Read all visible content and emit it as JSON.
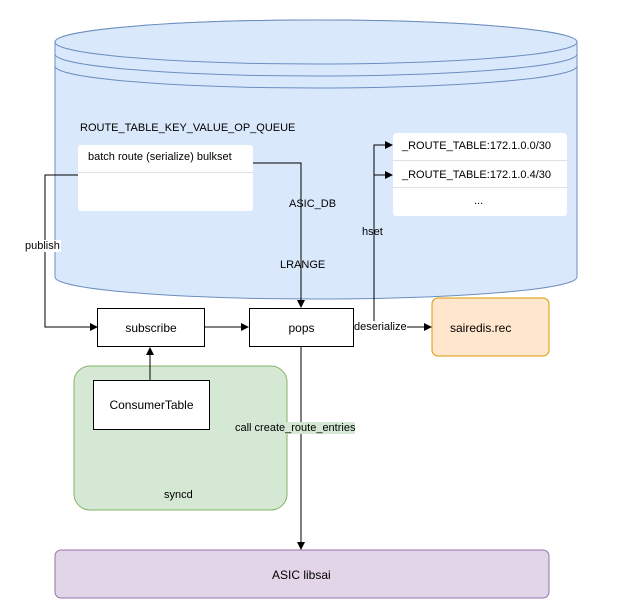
{
  "db": {
    "queue_title": "ROUTE_TABLE_KEY_VALUE_OP_QUEUE",
    "batch_label": "batch route (serialize) bulkset",
    "asic_db_label": "ASIC_DB",
    "route_entries": [
      "_ROUTE_TABLE:172.1.0.0/30",
      "_ROUTE_TABLE:172.1.0.4/30",
      "..."
    ]
  },
  "nodes": {
    "subscribe": "subscribe",
    "pops": "pops",
    "sairedis": "sairedis.rec",
    "consumer_table": "ConsumerTable",
    "syncd": "syncd",
    "libsai": "ASIC libsai"
  },
  "edges": {
    "publish": "publish",
    "lrange": "LRANGE",
    "hset": "hset",
    "deserialize": "deserialize",
    "call": "call create_route_entries"
  },
  "colors": {
    "db_fill": "#dae8fc",
    "db_stroke": "#6c8ebf",
    "sairedis_fill": "#ffe6cc",
    "sairedis_stroke": "#d79b00",
    "syncd_fill": "#d5e8d4",
    "syncd_stroke": "#82b366",
    "libsai_fill": "#e1d5e7",
    "libsai_stroke": "#9673a6"
  }
}
